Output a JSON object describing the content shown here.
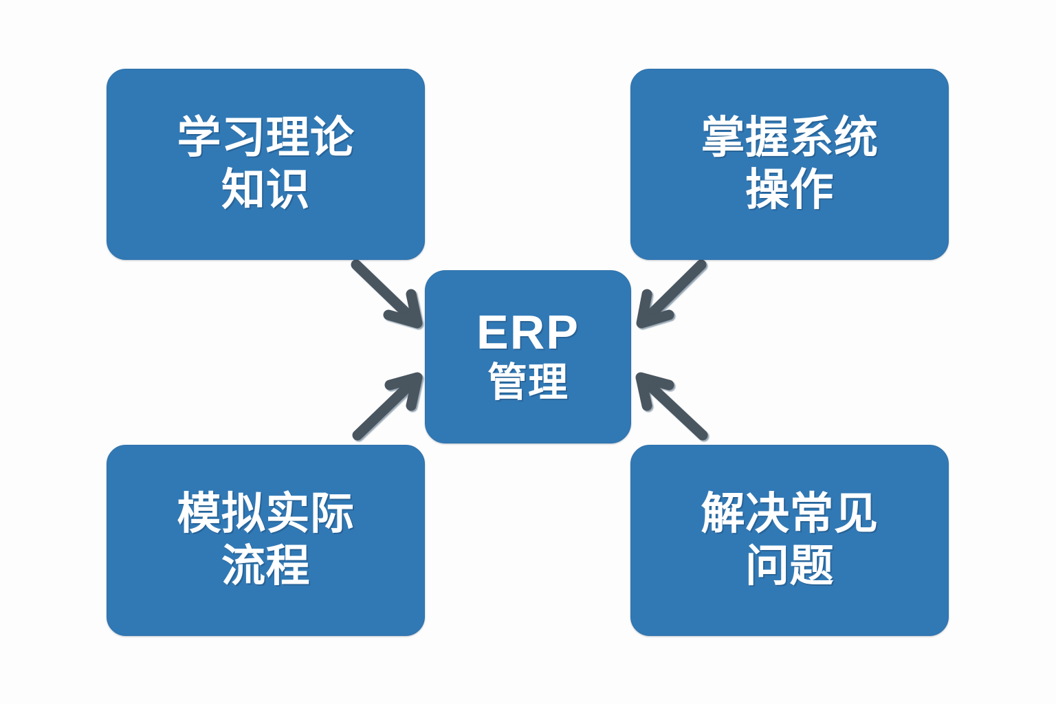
{
  "diagram": {
    "type": "hub-and-spoke",
    "title": "ERP 管理",
    "background_color": "#fdfdfd",
    "node_color": "#3179b5",
    "node_text_color": "#ffffff",
    "arrow_color": "#4a545e",
    "center": {
      "id": "erp-center",
      "line1": "ERP",
      "line2": "管理",
      "full_text": "ERP 管理"
    },
    "nodes": [
      {
        "id": "node-top-left",
        "position": "top-left",
        "line1": "学习理论",
        "line2": "知识",
        "full_text": "学习理论知识"
      },
      {
        "id": "node-top-right",
        "position": "top-right",
        "line1": "掌握系统",
        "line2": "操作",
        "full_text": "掌握系统操作"
      },
      {
        "id": "node-bottom-left",
        "position": "bottom-left",
        "line1": "模拟实际",
        "line2": "流程",
        "full_text": "模拟实际流程"
      },
      {
        "id": "node-bottom-right",
        "position": "bottom-right",
        "line1": "解决常见",
        "line2": "问题",
        "full_text": "解决常见问题"
      }
    ],
    "arrows": [
      {
        "id": "arrow-tl-to-center",
        "from": "node-top-left",
        "to": "erp-center",
        "direction": "down-right"
      },
      {
        "id": "arrow-tr-to-center",
        "from": "node-top-right",
        "to": "erp-center",
        "direction": "down-left"
      },
      {
        "id": "arrow-bl-to-center",
        "from": "node-bottom-left",
        "to": "erp-center",
        "direction": "up-right"
      },
      {
        "id": "arrow-br-to-center",
        "from": "node-bottom-right",
        "to": "erp-center",
        "direction": "up-left"
      }
    ]
  }
}
